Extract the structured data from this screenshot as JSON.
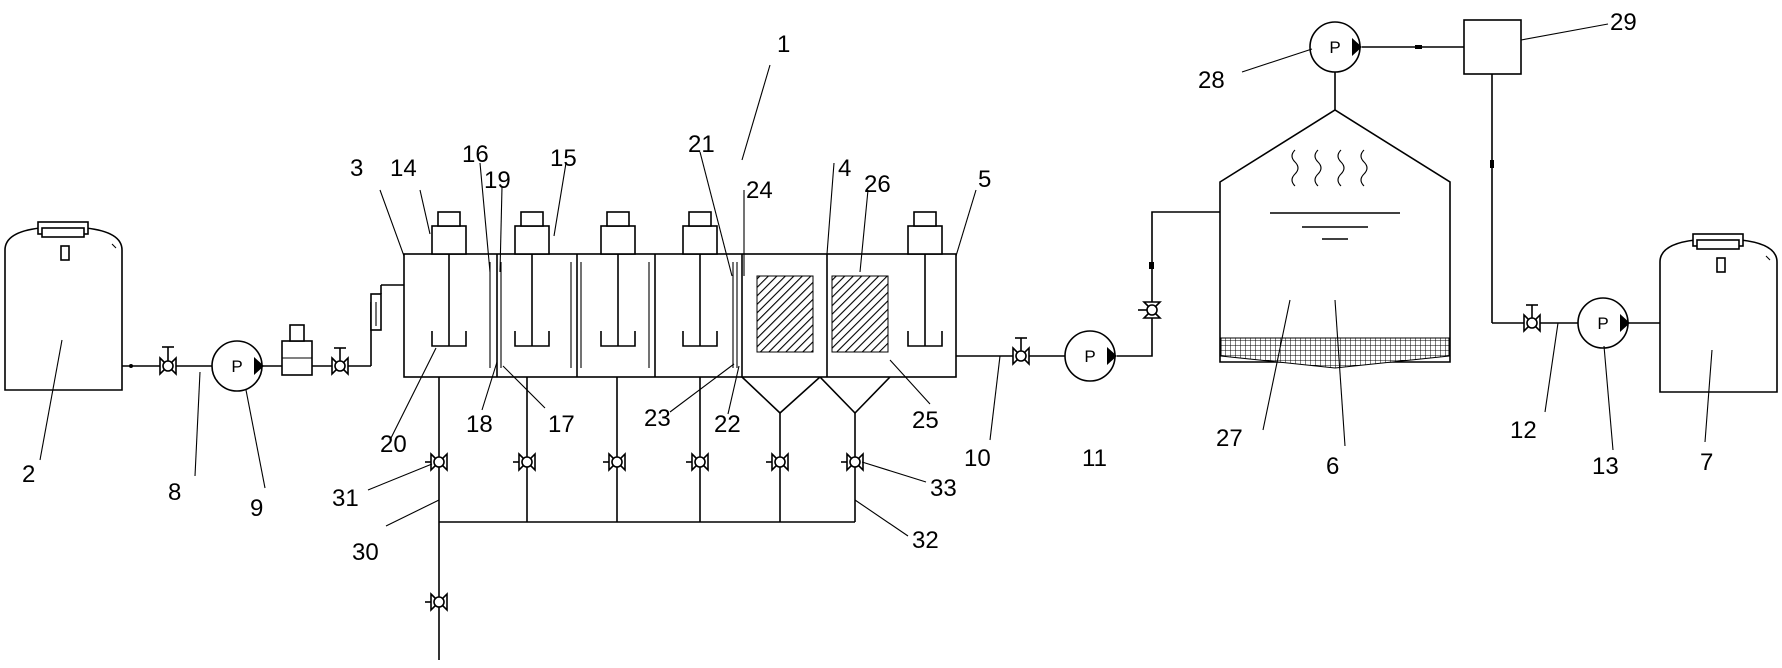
{
  "diagram": {
    "pump_symbol_letter": "P",
    "callouts": [
      {
        "id": "n1",
        "text": "1"
      },
      {
        "id": "n2",
        "text": "2"
      },
      {
        "id": "n3",
        "text": "3"
      },
      {
        "id": "n4",
        "text": "4"
      },
      {
        "id": "n5",
        "text": "5"
      },
      {
        "id": "n6",
        "text": "6"
      },
      {
        "id": "n7",
        "text": "7"
      },
      {
        "id": "n8",
        "text": "8"
      },
      {
        "id": "n9",
        "text": "9"
      },
      {
        "id": "n10",
        "text": "10"
      },
      {
        "id": "n11",
        "text": "11"
      },
      {
        "id": "n12",
        "text": "12"
      },
      {
        "id": "n13",
        "text": "13"
      },
      {
        "id": "n14",
        "text": "14"
      },
      {
        "id": "n15",
        "text": "15"
      },
      {
        "id": "n16",
        "text": "16"
      },
      {
        "id": "n17",
        "text": "17"
      },
      {
        "id": "n18",
        "text": "18"
      },
      {
        "id": "n19",
        "text": "19"
      },
      {
        "id": "n20",
        "text": "20"
      },
      {
        "id": "n21",
        "text": "21"
      },
      {
        "id": "n22",
        "text": "22"
      },
      {
        "id": "n23",
        "text": "23"
      },
      {
        "id": "n24",
        "text": "24"
      },
      {
        "id": "n25",
        "text": "25"
      },
      {
        "id": "n26",
        "text": "26"
      },
      {
        "id": "n27",
        "text": "27"
      },
      {
        "id": "n28",
        "text": "28"
      },
      {
        "id": "n29",
        "text": "29"
      },
      {
        "id": "n30",
        "text": "30"
      },
      {
        "id": "n31",
        "text": "31"
      },
      {
        "id": "n32",
        "text": "32"
      },
      {
        "id": "n33",
        "text": "33"
      }
    ]
  }
}
